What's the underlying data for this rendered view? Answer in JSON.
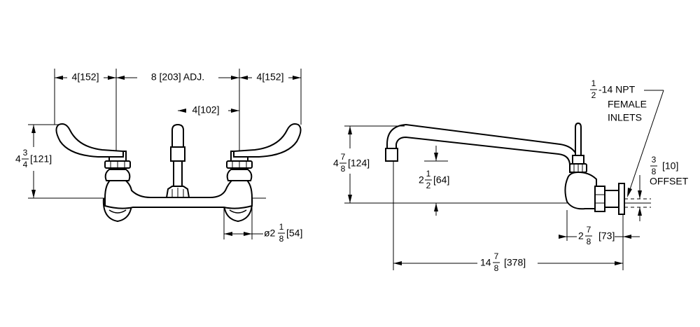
{
  "front_view": {
    "dim_handle_left": "4[152]",
    "dim_centers": "8 [203] ADJ.",
    "dim_handle_right": "4[152]",
    "dim_spout_height": "4[102]",
    "dim_height_whole": "4",
    "dim_height_num": "3",
    "dim_height_den": "4",
    "dim_height_metric": "[121]",
    "dim_flange_whole": "ø2",
    "dim_flange_num": "1",
    "dim_flange_den": "8",
    "dim_flange_metric": "[54]"
  },
  "side_view": {
    "dim_height_whole": "4",
    "dim_height_num": "7",
    "dim_height_den": "8",
    "dim_height_metric": "[124]",
    "dim_spout_whole": "2",
    "dim_spout_num": "1",
    "dim_spout_den": "2",
    "dim_spout_metric": "[64]",
    "dim_depth_whole": "2",
    "dim_depth_num": "7",
    "dim_depth_den": "8",
    "dim_depth_metric": "[73]",
    "dim_reach_whole": "14",
    "dim_reach_num": "7",
    "dim_reach_den": "8",
    "dim_reach_metric": "[378]",
    "npt_num": "1",
    "npt_den": "2",
    "npt_label": "-14 NPT",
    "inlet_line1": "FEMALE",
    "inlet_line2": "INLETS",
    "offset_num": "3",
    "offset_den": "8",
    "offset_metric": "[10]",
    "offset_label": "OFFSET"
  }
}
